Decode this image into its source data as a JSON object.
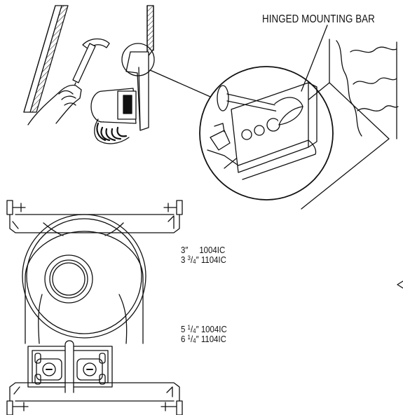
{
  "callout": {
    "label": "HINGED MOUNTING BAR"
  },
  "dimensions": [
    {
      "size": "3″",
      "model": "1004IC"
    },
    {
      "size": "3 3/4″",
      "size_whole": "3",
      "size_num": "3",
      "size_den": "4",
      "size_unit": "″",
      "model": "1104IC"
    },
    {
      "size": "5 1/4″",
      "size_whole": "5",
      "size_num": "1",
      "size_den": "4",
      "size_unit": "″",
      "model": "1004IC"
    },
    {
      "size": "6 1/4″",
      "size_whole": "6",
      "size_num": "1",
      "size_den": "4",
      "size_unit": "″",
      "model": "1104IC"
    }
  ],
  "colors": {
    "line": "#111111",
    "background": "#ffffff"
  },
  "icons": [
    "hammer-icon",
    "hand-icon",
    "magnifier-circle-icon",
    "arrow-icon"
  ]
}
